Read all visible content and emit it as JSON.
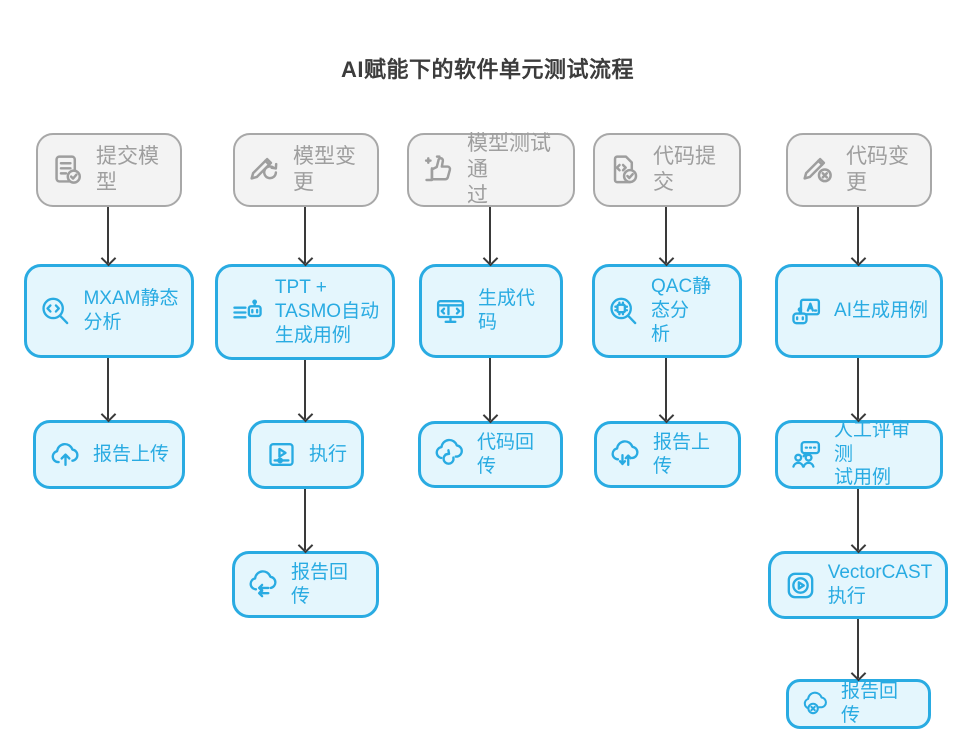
{
  "title": "AI赋能下的软件单元测试流程",
  "colors": {
    "accent": "#29abe2",
    "accent_bg": "#e4f6fd",
    "gray_border": "#a8a8a8",
    "gray_bg": "#f3f3f3",
    "gray_text": "#9e9e9e",
    "arrow": "#3a3a3a",
    "title": "#3c3c3c"
  },
  "columns": [
    {
      "name": "submit-model-flow",
      "nodes": [
        {
          "label": "提交模型",
          "icon": "document-check-icon",
          "type": "trigger"
        },
        {
          "label": "MXAM静态\n分析",
          "icon": "code-search-icon",
          "type": "step"
        },
        {
          "label": "报告上传",
          "icon": "cloud-upload-icon",
          "type": "step"
        }
      ]
    },
    {
      "name": "model-change-flow",
      "nodes": [
        {
          "label": "模型变更",
          "icon": "pencil-refresh-icon",
          "type": "trigger"
        },
        {
          "label": "TPT +\nTASMO自动\n生成用例",
          "icon": "test-list-robot-icon",
          "type": "step"
        },
        {
          "label": "执行",
          "icon": "play-video-icon",
          "type": "step"
        },
        {
          "label": "报告回传",
          "icon": "cloud-return-icon",
          "type": "step"
        }
      ]
    },
    {
      "name": "model-test-passed-flow",
      "nodes": [
        {
          "label": "模型测试通\n过",
          "icon": "thumbs-up-icon",
          "type": "trigger"
        },
        {
          "label": "生成代码",
          "icon": "monitor-code-icon",
          "type": "step"
        },
        {
          "label": "代码回传",
          "icon": "cloud-sync-icon",
          "type": "step"
        }
      ]
    },
    {
      "name": "code-commit-flow",
      "nodes": [
        {
          "label": "代码提交",
          "icon": "code-file-check-icon",
          "type": "trigger"
        },
        {
          "label": "QAC静态分\n析",
          "icon": "chip-search-icon",
          "type": "step"
        },
        {
          "label": "报告上传",
          "icon": "cloud-updown-icon",
          "type": "step"
        }
      ]
    },
    {
      "name": "code-change-flow",
      "nodes": [
        {
          "label": "代码变更",
          "icon": "pencil-x-icon",
          "type": "trigger"
        },
        {
          "label": "AI生成用例",
          "icon": "robot-screen-icon",
          "type": "step"
        },
        {
          "label": "人工评审测\n试用例",
          "icon": "people-review-icon",
          "type": "step"
        },
        {
          "label": "VectorCAST\n执行",
          "icon": "play-app-icon",
          "type": "step"
        },
        {
          "label": "报告回传",
          "icon": "cloud-x-icon",
          "type": "step"
        }
      ]
    }
  ]
}
